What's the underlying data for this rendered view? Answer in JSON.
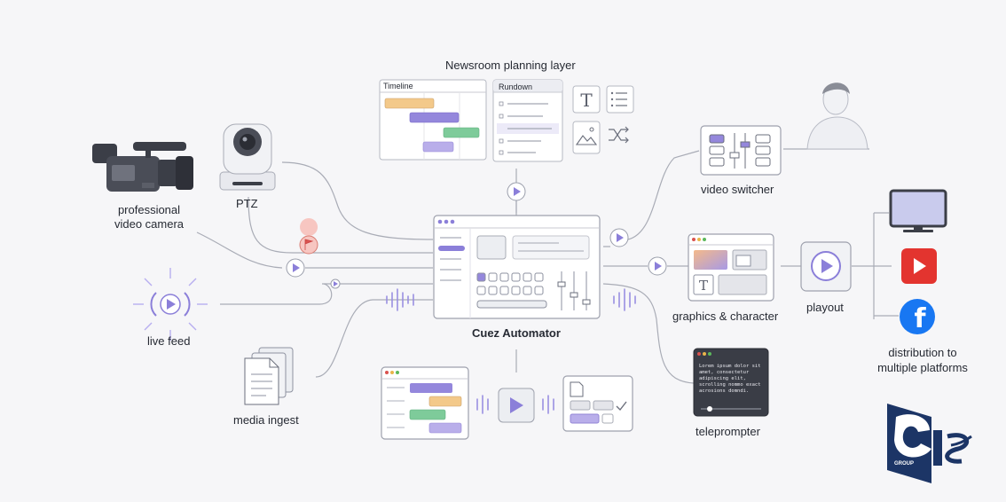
{
  "diagram": {
    "title": "Newsroom planning layer",
    "center_label": "Cuez Automator",
    "nodes": {
      "camera": "professional\nvideo camera",
      "ptz": "PTZ",
      "live_feed": "live feed",
      "media_ingest": "media ingest",
      "video_switcher": "video switcher",
      "graphics": "graphics & character",
      "playout": "playout",
      "distribution": "distribution to\nmultiple platforms",
      "teleprompter": "teleprompter"
    },
    "windows": {
      "timeline_tab": "Timeline",
      "rundown_tab": "Rundown"
    },
    "teleprompter_text": "Lorem ipsum dolor sit amet, consectetur adipiscing elit, scrolling nommo exact acrosions domndi.",
    "logo_text": "GROUP",
    "colors": {
      "accent_purple": "#8b7fd9",
      "orange": "#f3c98a",
      "green": "#7ecb9a",
      "youtube_red": "#e3342f",
      "facebook_blue": "#1877f2",
      "logo_navy": "#1c3566"
    }
  }
}
